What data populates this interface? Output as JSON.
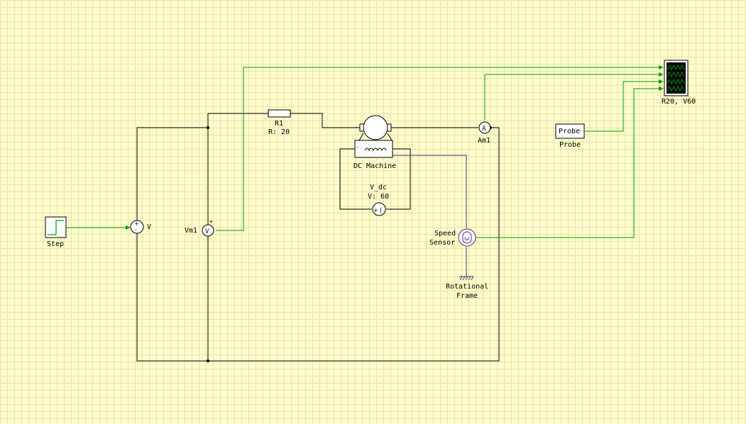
{
  "components": {
    "step": {
      "label": "Step"
    },
    "voltage_source": {
      "label": "V"
    },
    "voltmeter": {
      "label": "Vm1",
      "symbol": "V"
    },
    "resistor": {
      "name": "R1",
      "param": "R: 20"
    },
    "dc_machine": {
      "label": "DC Machine"
    },
    "dc_source": {
      "name": "V_dc",
      "param": "V: 60"
    },
    "ammeter": {
      "label": "Am1",
      "symbol": "A"
    },
    "probe": {
      "box_text": "Probe",
      "label": "Probe"
    },
    "scope": {
      "label": "R20, V60"
    },
    "speed_sensor": {
      "label_line1": "Speed",
      "label_line2": "Sensor",
      "symbol": "ω"
    },
    "rotational_frame": {
      "label_line1": "Rotational",
      "label_line2": "Frame"
    }
  },
  "colors": {
    "background": "#fdfdca",
    "grid": "#e3e3b4",
    "electrical_wire": "#000000",
    "signal_wire": "#00a000",
    "mechanical_wire": "#5a2d82",
    "scope_screen": "#000000",
    "scope_trace": "#00c000"
  }
}
